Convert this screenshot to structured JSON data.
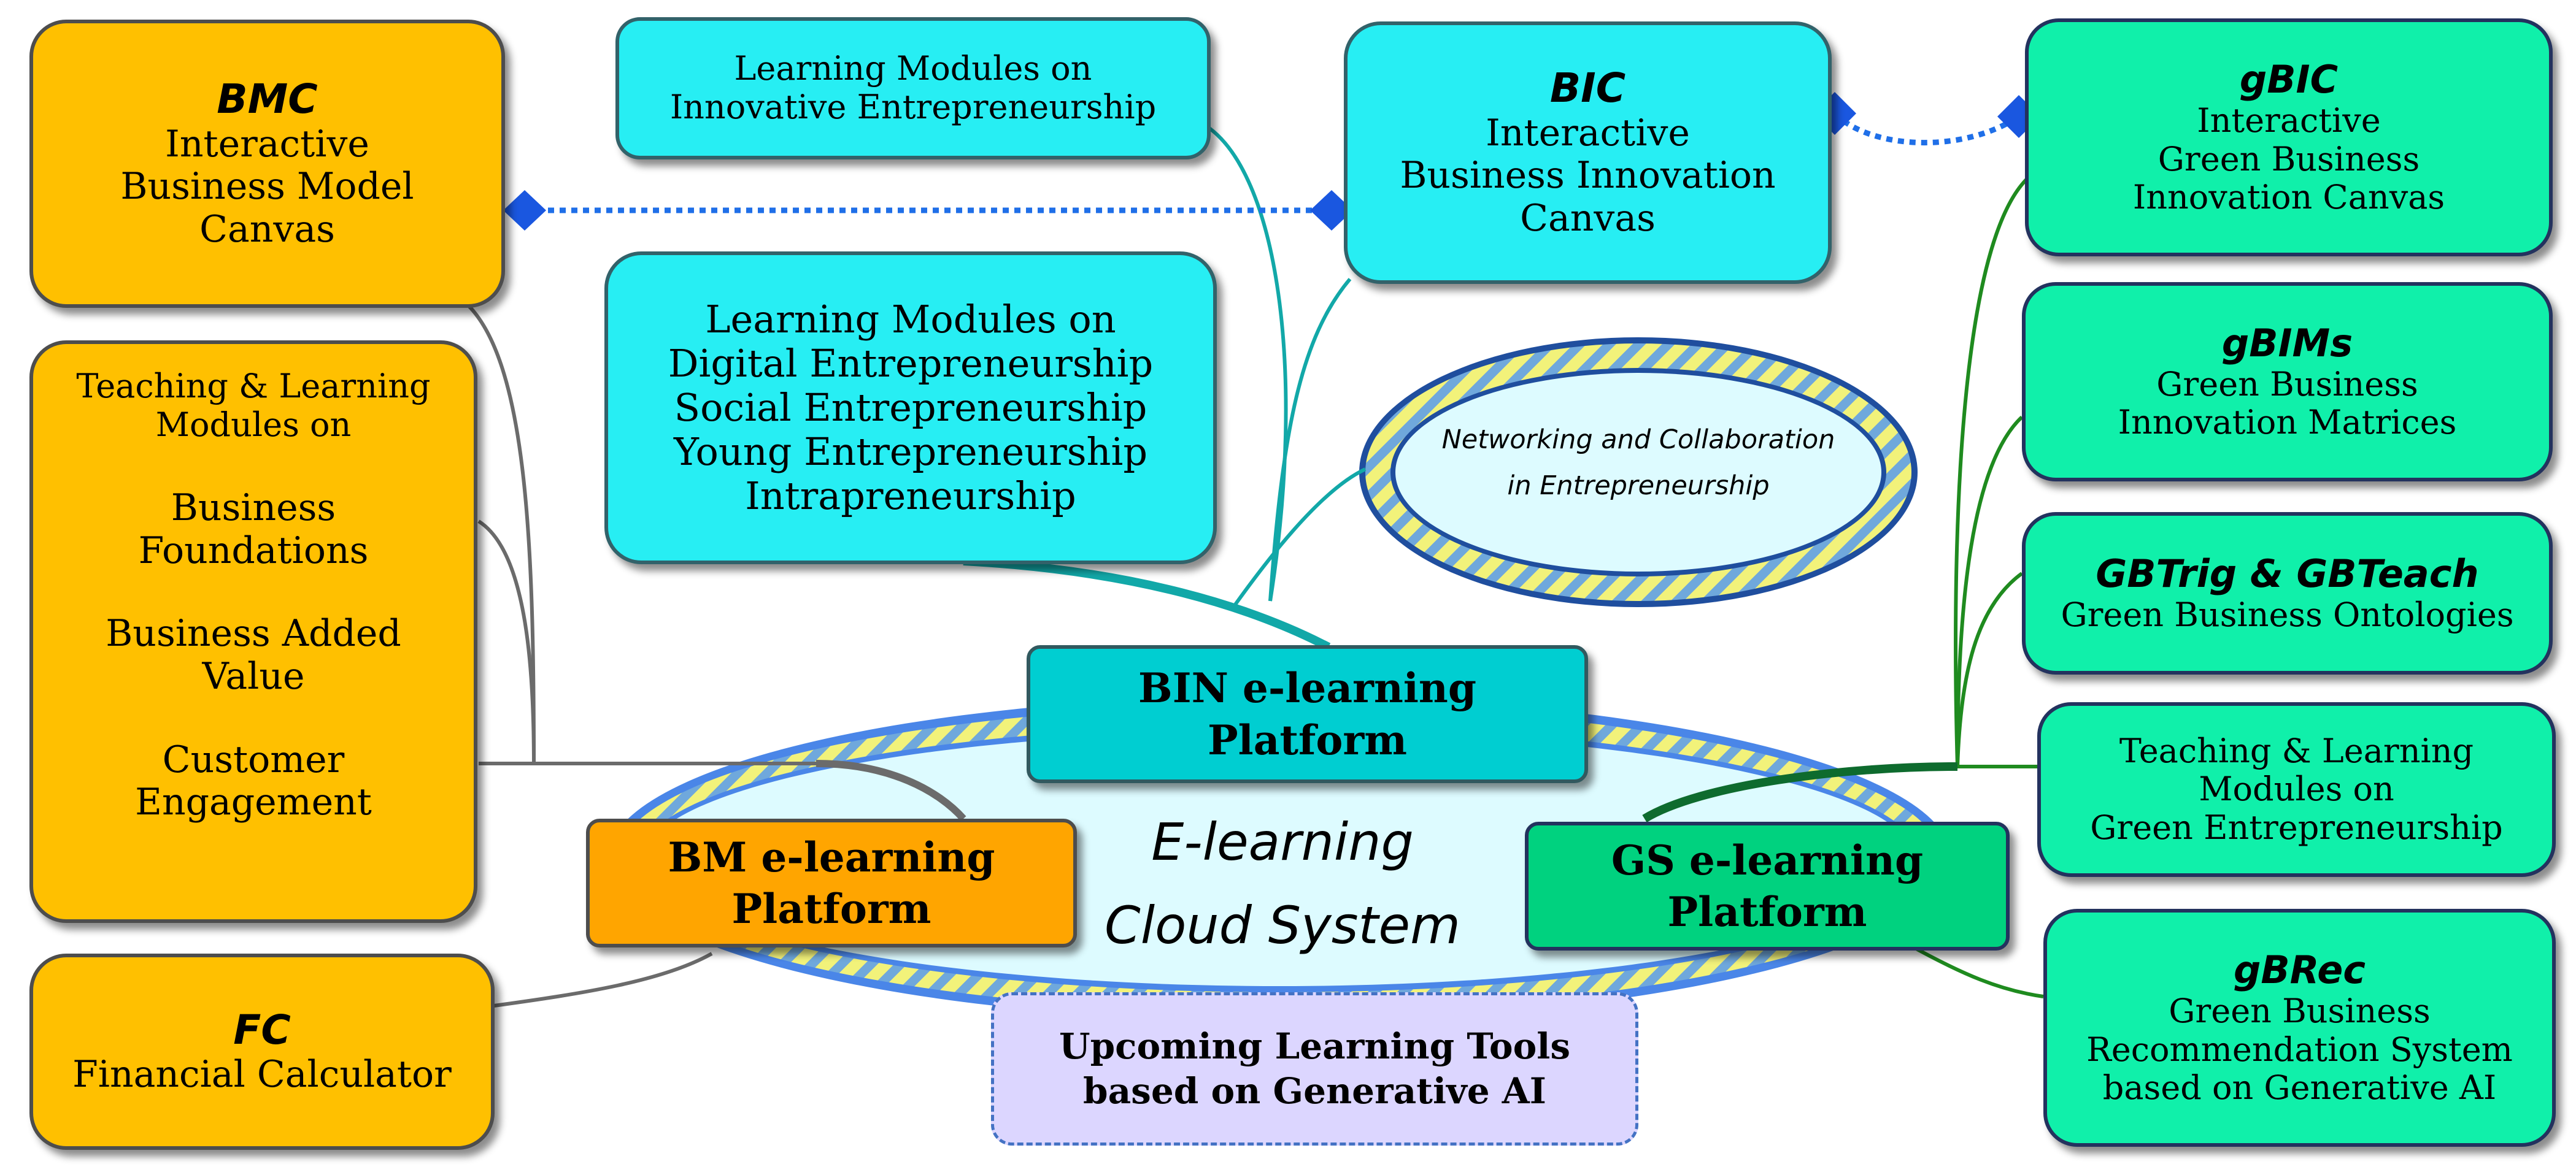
{
  "diagram": {
    "center": {
      "label_line1": "E-learning",
      "label_line2": "Cloud System"
    },
    "platforms": {
      "bin": {
        "line1": "BIN e-learning",
        "line2": "Platform",
        "color": "#00CED1"
      },
      "bm": {
        "line1": "BM e-learning",
        "line2": "Platform",
        "color": "#FFA500"
      },
      "gs": {
        "line1": "GS e-learning",
        "line2": "Platform",
        "color": "#00D27F"
      }
    },
    "bm_tools": {
      "bmc": {
        "title": "BMC",
        "line1": "Interactive",
        "line2": "Business Model",
        "line3": "Canvas"
      },
      "modules": {
        "line1": "Teaching & Learning",
        "line2": "Modules on",
        "item1_line1": "Business",
        "item1_line2": "Foundations",
        "item2_line1": "Business Added",
        "item2_line2": "Value",
        "item3_line1": "Customer",
        "item3_line2": "Engagement"
      },
      "fc": {
        "title": "FC",
        "line1": "Financial Calculator"
      },
      "color": "#FFC000"
    },
    "bin_tools": {
      "innovative": {
        "line1": "Learning Modules on",
        "line2": "Innovative Entrepreneurship"
      },
      "digital": {
        "line1": "Learning Modules on",
        "line2": "Digital Entrepreneurship",
        "line3": "Social Entrepreneurship",
        "line4": "Young Entrepreneurship",
        "line5": "Intrapreneurship"
      },
      "bic": {
        "title": "BIC",
        "line1": "Interactive",
        "line2": "Business Innovation",
        "line3": "Canvas"
      },
      "networking": {
        "line1": "Networking and Collaboration",
        "line2": "in Entrepreneurship"
      },
      "color": "#27EEF3"
    },
    "gs_tools": {
      "gbic": {
        "title": "gBIC",
        "line1": "Interactive",
        "line2": "Green Business",
        "line3": "Innovation Canvas"
      },
      "gbims": {
        "title": "gBIMs",
        "line1": "Green Business",
        "line2": "Innovation Matrices"
      },
      "gbtrig": {
        "title": "GBTrig & GBTeach",
        "line1": "Green Business Ontologies"
      },
      "modules": {
        "line1": "Teaching & Learning",
        "line2": "Modules on",
        "line3": "Green Entrepreneurship"
      },
      "gbrec": {
        "title": "gBRec",
        "line1": "Green Business",
        "line2": "Recommendation System",
        "line3": "based on Generative AI"
      },
      "color": "#10F0AA"
    },
    "upcoming": {
      "line1": "Upcoming Learning Tools",
      "line2": "based on Generative  AI"
    }
  }
}
